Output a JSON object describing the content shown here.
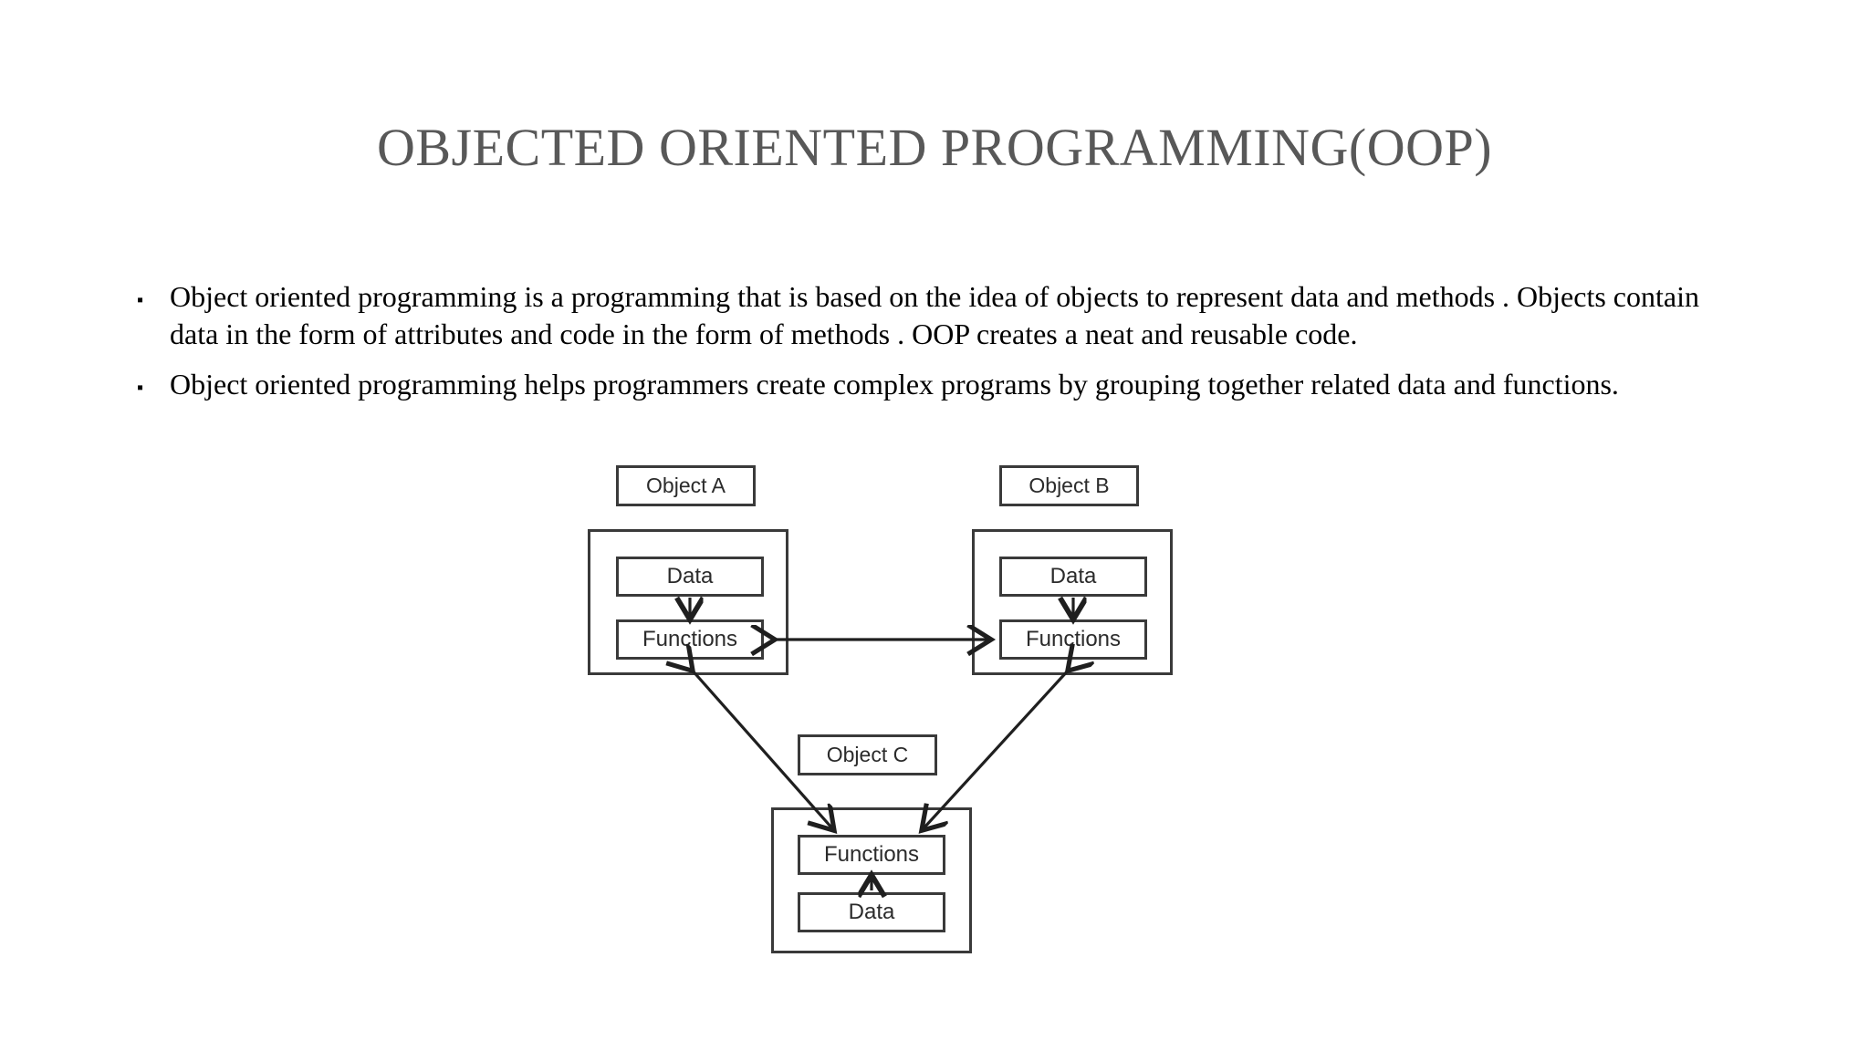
{
  "slide": {
    "title": "OBJECTED ORIENTED PROGRAMMING(OOP)",
    "background_color": "#ffffff",
    "title_color": "#585858",
    "body_color": "#000000",
    "diagram_stroke_color": "#3a3a3a"
  },
  "body": {
    "bullet_marker": "▪",
    "bullets": [
      {
        "text": "Object oriented programming is a programming that is based on the idea of objects to represent data and methods . Objects contain data in the form of attributes and code in the form of methods . OOP creates a neat and reusable code."
      },
      {
        "text": "Object oriented programming helps programmers create complex programs by grouping together related data and functions."
      }
    ]
  },
  "diagram": {
    "type": "object-interaction-diagram",
    "objects": [
      {
        "id": "object-a",
        "label": "Object A",
        "members": [
          "Data",
          "Functions"
        ],
        "internal_arrow": "Data -> Functions (down)"
      },
      {
        "id": "object-b",
        "label": "Object B",
        "members": [
          "Data",
          "Functions"
        ],
        "internal_arrow": "Data -> Functions (down)"
      },
      {
        "id": "object-c",
        "label": "Object C",
        "members": [
          "Functions",
          "Data"
        ],
        "internal_arrow": "Data -> Functions (up)"
      }
    ],
    "connections": [
      {
        "from": "object-a",
        "to": "object-b",
        "style": "double-headed-horizontal"
      },
      {
        "from": "object-a",
        "to": "object-c",
        "style": "double-headed-diagonal"
      },
      {
        "from": "object-b",
        "to": "object-c",
        "style": "double-headed-diagonal"
      }
    ]
  }
}
